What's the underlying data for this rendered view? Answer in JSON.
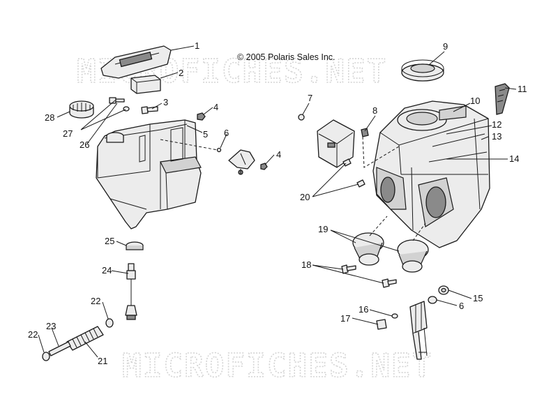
{
  "copyright": "© 2005 Polaris Sales Inc.",
  "watermark": "MICROFICHES.NET",
  "callouts": [
    "1",
    "2",
    "3",
    "4",
    "4",
    "5",
    "6",
    "6",
    "7",
    "8",
    "9",
    "10",
    "11",
    "12",
    "13",
    "14",
    "15",
    "16",
    "17",
    "18",
    "19",
    "20",
    "21",
    "22",
    "22",
    "23",
    "24",
    "25",
    "26",
    "27",
    "28"
  ],
  "colors": {
    "line": "#1a1a1a",
    "watermark": "#d4d4d4",
    "fill": "#ececec"
  }
}
